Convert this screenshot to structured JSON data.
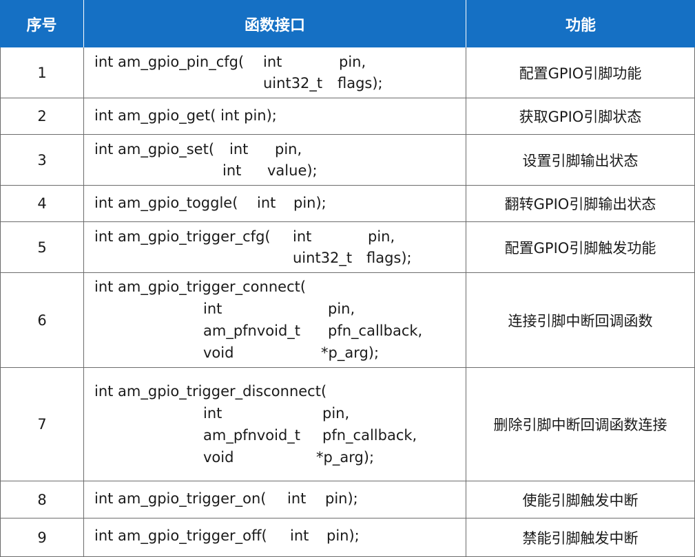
{
  "header": {
    "col_index": "序号",
    "col_function": "函数接口",
    "col_desc": "功能"
  },
  "rows": [
    {
      "index": "1",
      "lines": [
        "int am_gpio_pin_cfg(",
        "int",
        "pin,",
        "uint32_t",
        "flags);"
      ],
      "desc": "配置GPIO引脚功能"
    },
    {
      "index": "2",
      "lines": [
        "int am_gpio_get( int pin);"
      ],
      "desc": "获取GPIO引脚状态"
    },
    {
      "index": "3",
      "lines": [
        "int am_gpio_set(",
        "int",
        "pin,",
        "int",
        "value);"
      ],
      "desc": "设置引脚输出状态"
    },
    {
      "index": "4",
      "lines": [
        "int am_gpio_toggle(",
        "int",
        "pin);"
      ],
      "desc": "翻转GPIO引脚输出状态"
    },
    {
      "index": "5",
      "lines": [
        "int am_gpio_trigger_cfg(",
        "int",
        "pin,",
        "uint32_t",
        "flags);"
      ],
      "desc": "配置GPIO引脚触发功能"
    },
    {
      "index": "6",
      "lines": [
        "int am_gpio_trigger_connect(",
        "int",
        "pin,",
        "am_pfnvoid_t",
        "pfn_callback,",
        "void",
        "*p_arg);"
      ],
      "desc": "连接引脚中断回调函数"
    },
    {
      "index": "7",
      "lines": [
        "int am_gpio_trigger_disconnect(",
        "int",
        "pin,",
        "am_pfnvoid_t",
        "pfn_callback,",
        "void",
        "*p_arg);"
      ],
      "desc": "删除引脚中断回调函数连接"
    },
    {
      "index": "8",
      "lines": [
        "int am_gpio_trigger_on(",
        "int",
        "pin);"
      ],
      "desc": "使能引脚触发中断"
    },
    {
      "index": "9",
      "lines": [
        "int am_gpio_trigger_off(",
        "int",
        "pin);"
      ],
      "desc": "禁能引脚触发中断"
    }
  ]
}
